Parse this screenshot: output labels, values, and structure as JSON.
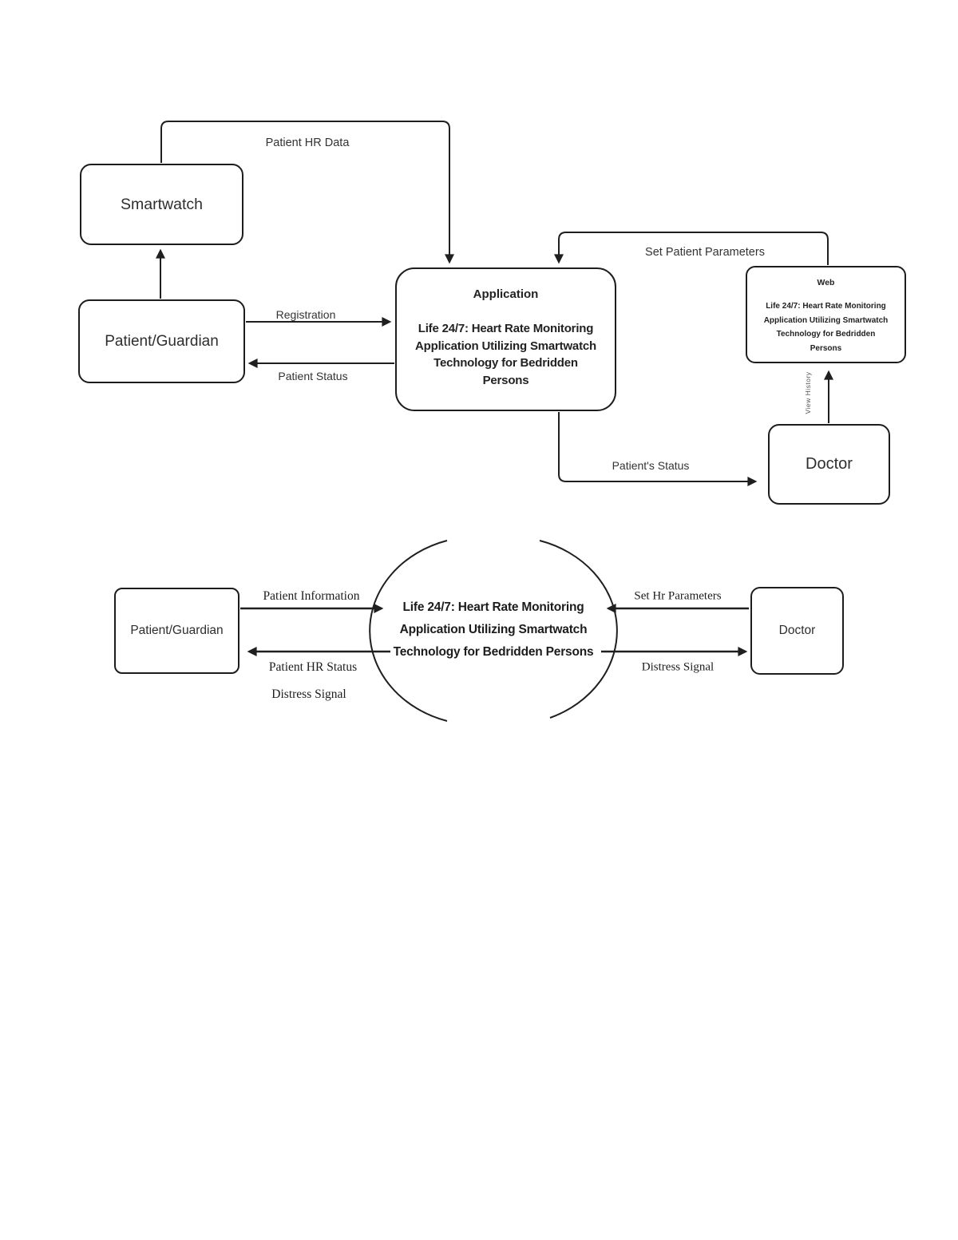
{
  "colors": {
    "line": "#1f1f1f",
    "text": "#2e2e2e",
    "background": "#ffffff"
  },
  "diagram1": {
    "nodes": {
      "smartwatch": {
        "label": "Smartwatch"
      },
      "patient_guardian": {
        "label": "Patient/Guardian"
      },
      "application": {
        "title": "Application",
        "body": "Life 24/7: Heart Rate Monitoring\nApplication Utilizing Smartwatch\nTechnology for Bedridden\nPersons"
      },
      "web": {
        "title": "Web",
        "body": "Life 24/7: Heart Rate Monitoring\nApplication Utilizing Smartwatch\nTechnology for Bedridden\nPersons"
      },
      "doctor": {
        "label": "Doctor"
      }
    },
    "flows": {
      "patient_hr_data": "Patient HR Data",
      "registration": "Registration",
      "patient_status": "Patient Status",
      "set_patient_parameters": "Set Patient Parameters",
      "view_history": "View History",
      "patients_status": "Patient's Status"
    }
  },
  "diagram2": {
    "nodes": {
      "patient_guardian": {
        "label": "Patient/Guardian"
      },
      "process": {
        "label": "Life 24/7: Heart Rate Monitoring\nApplication Utilizing Smartwatch\nTechnology for Bedridden Persons"
      },
      "doctor": {
        "label": "Doctor"
      }
    },
    "flows": {
      "patient_information": "Patient Information",
      "patient_hr_status": "Patient HR Status",
      "distress_signal_to_patient": "Distress Signal",
      "set_hr_parameters": "Set Hr Parameters",
      "distress_signal_to_doctor": "Distress Signal"
    }
  }
}
